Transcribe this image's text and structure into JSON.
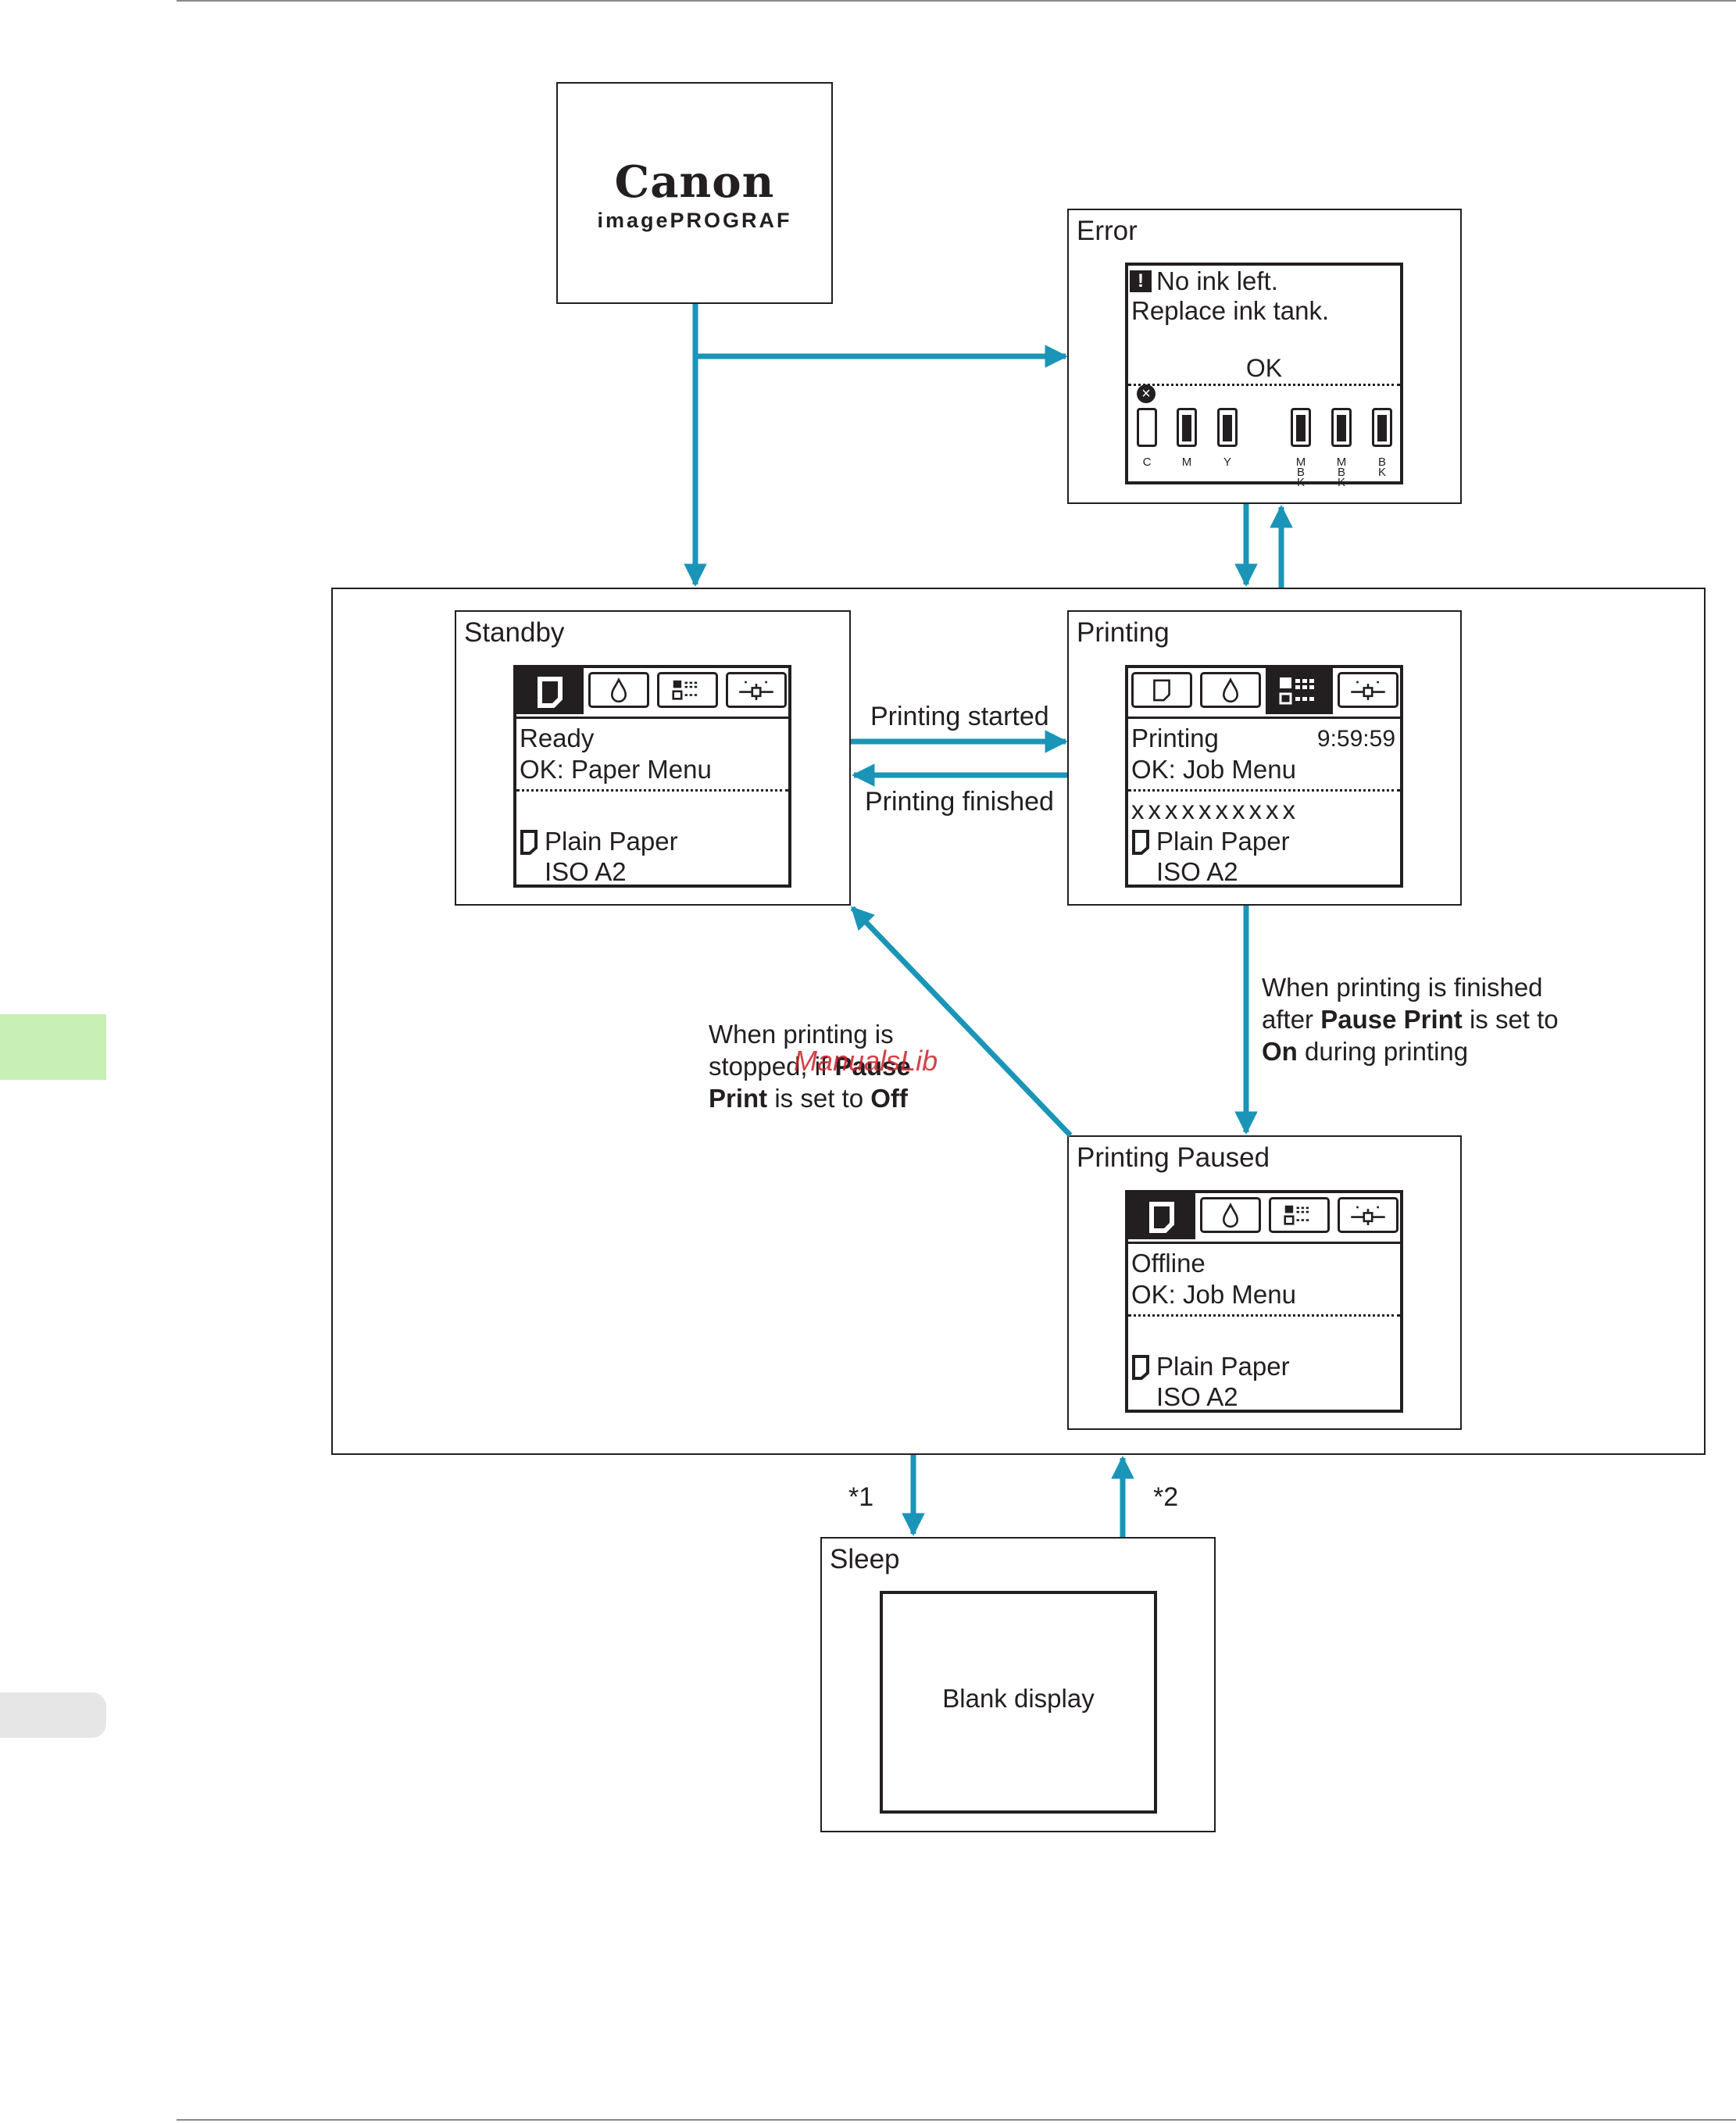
{
  "colors": {
    "arrow": "#1a95b8",
    "line": "#231f20",
    "side_tab": "#c8f0b4",
    "watermark": "#cc2229"
  },
  "logo": {
    "brand": "Canon",
    "product": "imagePROGRAF"
  },
  "error": {
    "title": "Error",
    "line1": "No ink left.",
    "line2": "Replace ink tank.",
    "ok": "OK",
    "inks": [
      "C",
      "M",
      "Y",
      "MBK",
      "MBK",
      "BK"
    ]
  },
  "standby": {
    "title": "Standby",
    "line1": "Ready",
    "line2": "OK: Paper Menu",
    "paper": "Plain Paper",
    "size": "ISO A2"
  },
  "printing": {
    "title": "Printing",
    "line1": "Printing",
    "time": "9:59:59",
    "line2": "OK: Job Menu",
    "job": "xxxxxxxxxx",
    "paper": "Plain Paper",
    "size": "ISO A2"
  },
  "paused": {
    "title": "Printing Paused",
    "line1": "Offline",
    "line2": "OK: Job Menu",
    "paper": "Plain Paper",
    "size": "ISO A2"
  },
  "sleep": {
    "title": "Sleep",
    "display": "Blank display"
  },
  "labels": {
    "printing_started": "Printing started",
    "printing_finished": "Printing finished",
    "note1": "*1",
    "note2": "*2"
  },
  "annotations": {
    "stopped": {
      "p1": "When printing is",
      "p2": "stopped, if ",
      "b1": "Pause",
      "b2": "Print",
      "p3": " is set to ",
      "b3": "Off"
    },
    "finished": {
      "p1": "When printing is finished",
      "p2": "after ",
      "b1": "Pause Print",
      "p3": " is set to",
      "b2": "On",
      "p4": " during printing"
    }
  },
  "watermark": "ManualsLib"
}
